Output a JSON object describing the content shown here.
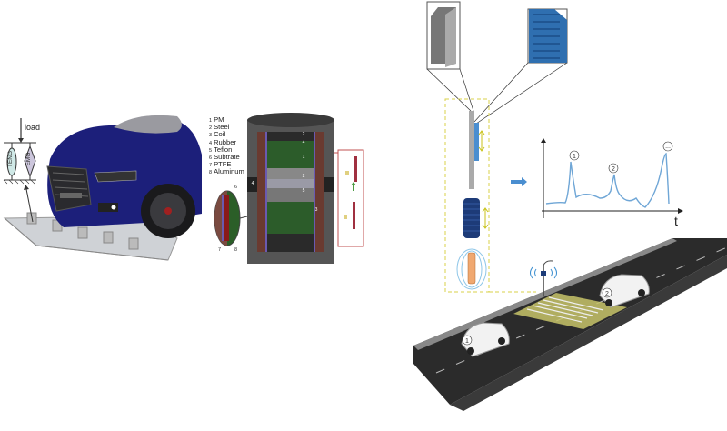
{
  "left_panel": {
    "load_label": "load",
    "teng_label": "TENG",
    "emg_label": "EMG",
    "legend": [
      {
        "num": "1",
        "label": "PM"
      },
      {
        "num": "2",
        "label": "Steel"
      },
      {
        "num": "3",
        "label": "Coil"
      },
      {
        "num": "4",
        "label": "Rubber"
      },
      {
        "num": "5",
        "label": "Teflon"
      },
      {
        "num": "6",
        "label": "Subtrate"
      },
      {
        "num": "7",
        "label": "PTFE"
      },
      {
        "num": "8",
        "label": "Aluminum"
      }
    ],
    "section_markers": [
      "2",
      "4",
      "1",
      "2",
      "5",
      "3",
      "4"
    ],
    "zoom_markers": [
      "6",
      "7",
      "8"
    ]
  },
  "right_panel": {
    "signal_peaks": [
      "1",
      "2",
      "..."
    ],
    "time_axis_label": "t",
    "car_labels": [
      "1",
      "2"
    ]
  },
  "colors": {
    "car_body": "#1c1f7a",
    "teng_blue": "#2f6fb0",
    "coil": "#1d3b78",
    "signal": "#6fa6d6",
    "dashed_box": "#d8d24a",
    "road": "#2b2b2b",
    "crosswalk": "#c8c46a"
  }
}
